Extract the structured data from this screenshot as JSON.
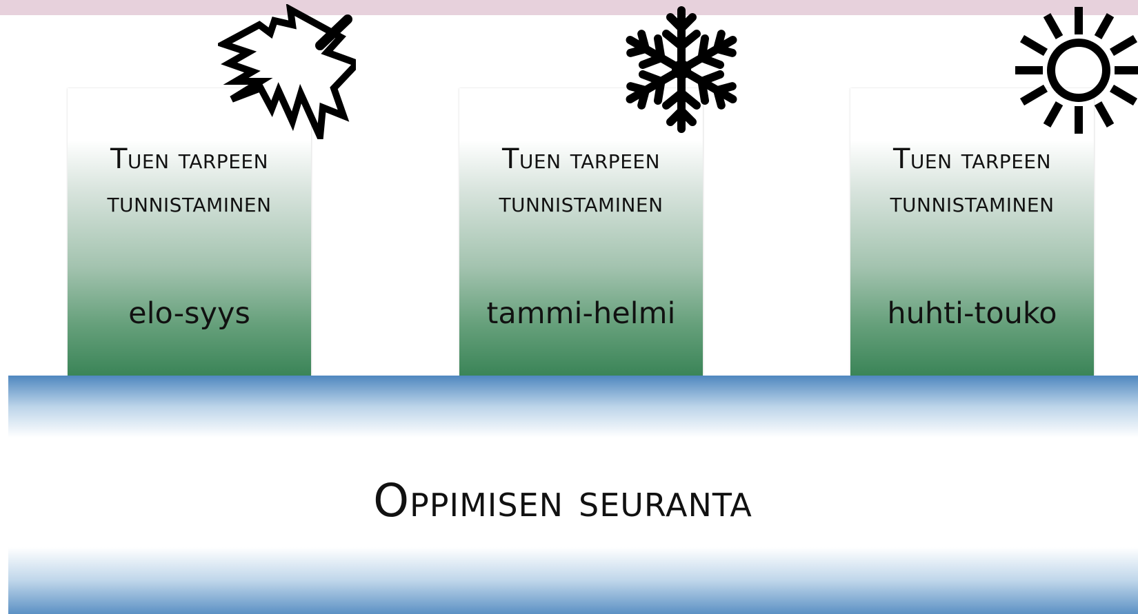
{
  "pillars": [
    {
      "title_line1": "Tuen tarpeen",
      "title_line2": "tunnistaminen",
      "period": "elo-syys",
      "icon": "maple-leaf-icon"
    },
    {
      "title_line1": "Tuen tarpeen",
      "title_line2": "tunnistaminen",
      "period": "tammi-helmi",
      "icon": "snowflake-icon"
    },
    {
      "title_line1": "Tuen tarpeen",
      "title_line2": "tunnistaminen",
      "period": "huhti-touko",
      "icon": "sun-icon"
    }
  ],
  "base": {
    "label": "Oppimisen seuranta"
  },
  "colors": {
    "top_bar": "#e7d1dc",
    "pillar_gradient_bottom": "#3a8457",
    "base_gradient_edge": "#4f87bf",
    "text": "#111111"
  }
}
